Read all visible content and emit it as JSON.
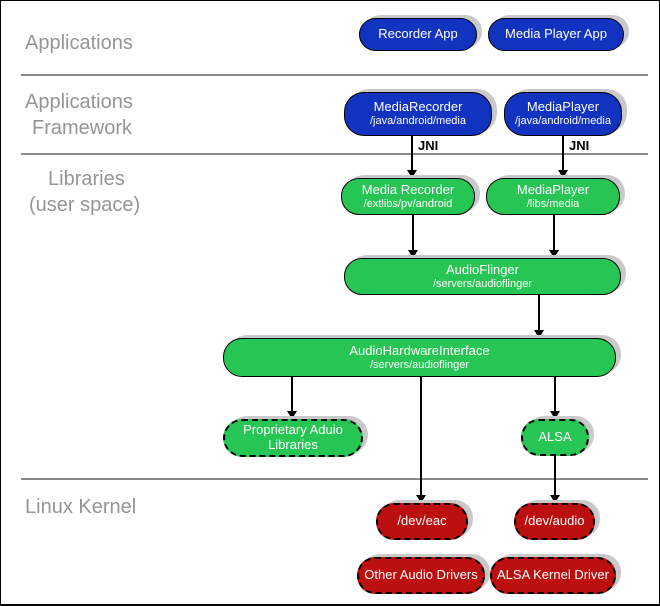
{
  "colors": {
    "blue": "#1233bf",
    "green": "#27c654",
    "red": "#bb100f",
    "shadow": "#c9c9c9",
    "divider": "#8a8a8a",
    "layer_text": "#959595"
  },
  "layers": {
    "applications": "Applications",
    "framework_line1": "Applications",
    "framework_line2": "Framework",
    "libraries_line1": "Libraries",
    "libraries_line2": "(user space)",
    "kernel": "Linux Kernel"
  },
  "nodes": {
    "recorder_app": {
      "label": "Recorder App"
    },
    "media_player_app": {
      "label": "Media Player App"
    },
    "media_recorder_framework": {
      "label": "MediaRecorder",
      "path": "/java/android/media"
    },
    "media_player_framework": {
      "label": "MediaPlayer",
      "path": "/java/android/media"
    },
    "media_recorder_lib": {
      "label": "Media Recorder",
      "path": "/extlibs/pv/android"
    },
    "media_player_lib": {
      "label": "MediaPlayer",
      "path": "/libs/media"
    },
    "audio_flinger": {
      "label": "AudioFlinger",
      "path": "/servers/audioflinger"
    },
    "audio_hardware_interface": {
      "label": "AudioHardwareInterface",
      "path": "/servers/audioflinger"
    },
    "proprietary_audio_libraries": {
      "label": "Proprietary Aduio Libraries"
    },
    "alsa": {
      "label": "ALSA"
    },
    "dev_eac": {
      "label": "/dev/eac"
    },
    "dev_audio": {
      "label": "/dev/audio"
    },
    "other_audio_drivers": {
      "label": "Other Audio Drivers"
    },
    "alsa_kernel_driver": {
      "label": "ALSA Kernel Driver"
    }
  },
  "annotations": {
    "jni_left": "JNI",
    "jni_right": "JNI"
  }
}
